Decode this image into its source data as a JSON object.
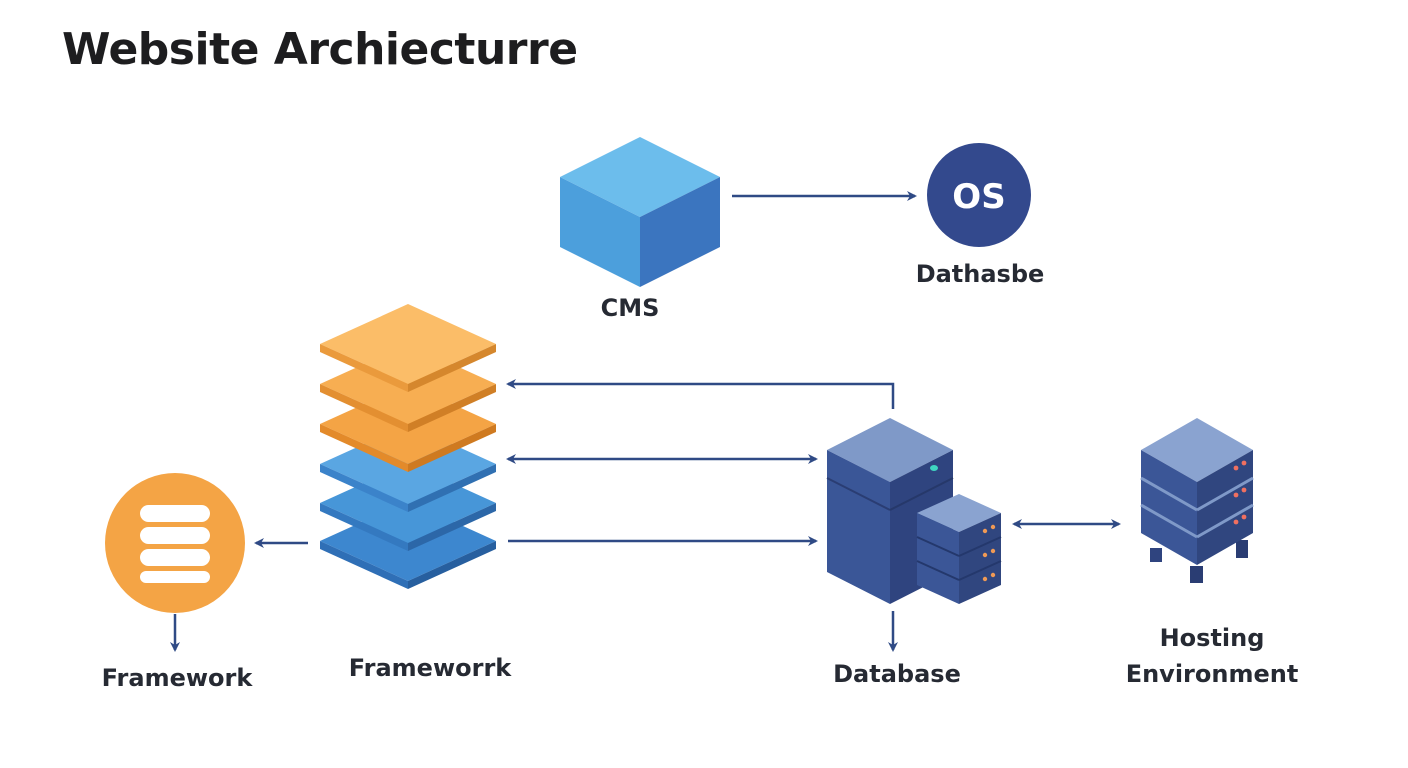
{
  "title": "Website Archiecturre",
  "os_badge": "OS",
  "nodes": {
    "cms": {
      "label": "CMS"
    },
    "os": {
      "label": "Dathasbe"
    },
    "layer_stack": {
      "label": "Frameworrk"
    },
    "db_circle": {
      "label": "Framework"
    },
    "database_server": {
      "label": "Database"
    },
    "hosting": {
      "label_line1": "Hosting",
      "label_line2": "Environment"
    }
  },
  "colors": {
    "blue_light": "#5aaee6",
    "blue_mid": "#3d87cf",
    "navy": "#3a5697",
    "navy_dark": "#2f447f",
    "orange": "#f4a445",
    "orange_light": "#fbbd68",
    "arrow": "#2f4a85",
    "title": "#1d1d1f"
  },
  "icons": {
    "cms": "cube-icon",
    "os": "os-badge-icon",
    "layer_stack": "layer-stack-icon",
    "db_circle": "database-icon",
    "database_server": "server-icon",
    "hosting": "server-rack-icon"
  }
}
